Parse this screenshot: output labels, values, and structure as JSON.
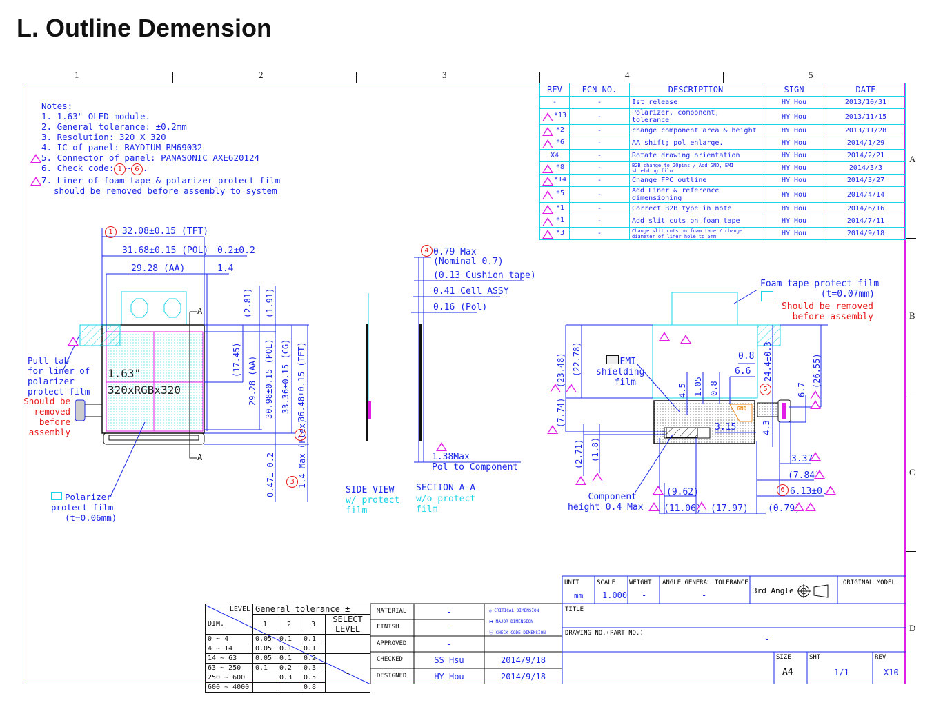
{
  "page": {
    "heading": "L. Outline Demension"
  },
  "zones": {
    "columns": [
      "1",
      "2",
      "3",
      "4",
      "5"
    ],
    "rows": [
      "A",
      "B",
      "C",
      "D"
    ]
  },
  "notes": {
    "title": "Notes:",
    "items": [
      "1. 1.63\" OLED module.",
      "2. General tolerance: ±0.2mm",
      "3. Resolution: 320 X 320",
      "4. IC of panel: RAYDIUM RM69032",
      "5. Connector of panel: PANASONIC AXE620124",
      "6. Check code:",
      "7. Liner of foam tape & polarizer protect film",
      "should be removed before assembly to system"
    ],
    "check_code_from": "1",
    "check_code_to": "6"
  },
  "revision_table": {
    "headers": [
      "REV",
      "ECN NO.",
      "DESCRIPTION",
      "SIGN",
      "DATE"
    ],
    "rows": [
      {
        "marker": "",
        "rev": "-",
        "ecn": "-",
        "desc": "Ist release",
        "sign": "HY Hou",
        "date": "2013/10/31"
      },
      {
        "marker": "X1",
        "rev": "*13",
        "ecn": "-",
        "desc": "Polarizer, component, tolerance",
        "sign": "HY Hou",
        "date": "2013/11/15"
      },
      {
        "marker": "X2",
        "rev": "*2",
        "ecn": "-",
        "desc": "change component area & height",
        "sign": "HY Hou",
        "date": "2013/11/28"
      },
      {
        "marker": "X3",
        "rev": "*6",
        "ecn": "-",
        "desc": "AA shift; pol enlarge.",
        "sign": "HY Hou",
        "date": "2014/1/29"
      },
      {
        "marker": "",
        "rev": "X4",
        "ecn": "-",
        "desc": "Rotate drawing orientation",
        "sign": "HY Hou",
        "date": "2014/2/21"
      },
      {
        "marker": "X5",
        "rev": "*8",
        "ecn": "-",
        "desc": "B2B change to 20pins / Add GND, EMI shielding film",
        "sign": "HY Hou",
        "date": "2014/3/3"
      },
      {
        "marker": "X6",
        "rev": "*14",
        "ecn": "-",
        "desc": "Change FPC outline",
        "sign": "HY Hou",
        "date": "2014/3/27"
      },
      {
        "marker": "X7",
        "rev": "*5",
        "ecn": "-",
        "desc": "Add Liner & reference dimensioning",
        "sign": "HY Hou",
        "date": "2014/4/14"
      },
      {
        "marker": "X8",
        "rev": "*1",
        "ecn": "-",
        "desc": "Correct B2B type in note",
        "sign": "HY Hou",
        "date": "2014/6/16"
      },
      {
        "marker": "X9",
        "rev": "*1",
        "ecn": "-",
        "desc": "Add slit cuts on foam tape",
        "sign": "HY Hou",
        "date": "2014/7/11"
      },
      {
        "marker": "X10",
        "rev": "*3",
        "ecn": "-",
        "desc": "Change slit cuts on foam tape / change diameter of liner hole to 5mm",
        "sign": "HY Hou",
        "date": "2014/9/18"
      }
    ]
  },
  "front_view": {
    "dims": {
      "tft_width": "32.08±0.15 (TFT)",
      "pol_width": "31.68±0.15 (POL)",
      "offset": "0.2±0.2",
      "aa_width": "29.28 (AA)",
      "aa_offset": "1.4",
      "top_gap_1": "(2.81)",
      "top_gap_2": "(1.91)",
      "center": "(17.45)",
      "aa_height": "29.28 (AA)",
      "pol_height": "30.98±0.15 (POL)",
      "cg_height": "33.36±0.15 (CG)",
      "tft_height": "36.48±0.15 (TFT)",
      "bottom_gap": "0.47± 0.2",
      "flex": "1.4 Max (Flex)"
    },
    "check_codes": [
      "1",
      "2",
      "3"
    ],
    "display_size": "1.63\"",
    "display_resolution": "320xRGBx320",
    "section_marker": "A",
    "pull_tab_label": [
      "Pull tab",
      "for liner of",
      "polarizer",
      "protect film"
    ],
    "pull_tab_warning": [
      "Should be",
      "removed",
      "before",
      "assembly"
    ],
    "polarizer_label": [
      "Polarizer",
      "protect film",
      "(t=0.06mm)"
    ]
  },
  "side_view": {
    "title": "SIDE VIEW",
    "subtitle": [
      "w/ protect",
      "film"
    ]
  },
  "section_view": {
    "title": "SECTION A-A",
    "subtitle": [
      "w/o protect",
      "film"
    ],
    "check_code": "4",
    "dims": [
      "0.79 Max",
      "(Nominal 0.7)",
      "(0.13 Cushion tape)",
      "0.41 Cell ASSY",
      "0.16 (Pol)",
      "1.38Max",
      "Pol to Component"
    ]
  },
  "back_view": {
    "foam_label": [
      "Foam tape protect film",
      "(t=0.07mm)"
    ],
    "foam_warning": [
      "Should be removed",
      "before assembly"
    ],
    "emi_label": [
      "EMI",
      "shielding",
      "film"
    ],
    "component_label": [
      "Component",
      "height 0.4 Max"
    ],
    "gnd_label": "GND",
    "check_codes": [
      "5",
      "6"
    ],
    "dims": {
      "d2348": "(23.48)",
      "d2278": "(22.78)",
      "d774": "(7.74)",
      "d271": "(2.71)",
      "d18": "(1.8)",
      "d08a": "0.8",
      "d66": "6.6",
      "d45": "4.5",
      "d105": "1.05",
      "d08b": "0.8",
      "d244": "24.4±0.3",
      "d2655": "(26.55)",
      "d67": "6.7",
      "d315": "3.15",
      "d43": "4.3",
      "d337": "3.37",
      "d784": "(7.84)",
      "d613": "6.13±0.3",
      "d962": "(9.62)",
      "d1106": "(11.06)",
      "d1797": "(17.97)",
      "d079": "(0.79)"
    }
  },
  "tolerance_table": {
    "corner_level": "LEVEL",
    "corner_dim": "DIM.",
    "title": "General tolerance ±",
    "levels": [
      "1",
      "2",
      "3"
    ],
    "select_label": [
      "SELECT",
      "LEVEL"
    ],
    "select_value": "-",
    "rows": [
      {
        "range": "0 ~ 4",
        "v": [
          "0.05",
          "0.1",
          "0.1"
        ]
      },
      {
        "range": "4 ~ 14",
        "v": [
          "0.05",
          "0.1",
          "0.1"
        ]
      },
      {
        "range": "14 ~ 63",
        "v": [
          "0.05",
          "0.1",
          "0.2"
        ]
      },
      {
        "range": "63 ~ 250",
        "v": [
          "0.1",
          "0.2",
          "0.3"
        ]
      },
      {
        "range": "250 ~ 600",
        "v": [
          "",
          "0.3",
          "0.5"
        ]
      },
      {
        "range": "600 ~ 4000",
        "v": [
          "",
          "",
          "0.8"
        ]
      }
    ]
  },
  "approval_block": {
    "rows": [
      {
        "label": "MATERIAL",
        "name": "-",
        "date": ""
      },
      {
        "label": "FINISH",
        "name": "-",
        "date": ""
      },
      {
        "label": "APPROVED",
        "name": "-",
        "date": ""
      },
      {
        "label": "CHECKED",
        "name": "SS Hsu",
        "date": "2014/9/18"
      },
      {
        "label": "DESIGNED",
        "name": "HY Hou",
        "date": "2014/9/18"
      }
    ],
    "legend": [
      "CRITICAL DIMENSION",
      "MAJOR DIMENSION",
      "CHECK-CODE DIMENSION"
    ]
  },
  "title_block": {
    "unit_label": "UNIT",
    "unit": "mm",
    "scale_label": "SCALE",
    "scale": "1.000",
    "weight_label": "WEIGHT",
    "weight": "-",
    "angle_label": "ANGLE GENERAL TOLERANCE",
    "angle": "-",
    "projection": "3rd Angle",
    "original_label": "ORIGINAL MODEL",
    "title_label": "TITLE",
    "drawing_no_label": "DRAWING NO.(PART NO.)",
    "drawing_no": "-",
    "size_label": "SIZE",
    "size": "A4",
    "sht_label": "SHT",
    "sht": "1/1",
    "rev_label": "REV",
    "rev": "X10"
  }
}
